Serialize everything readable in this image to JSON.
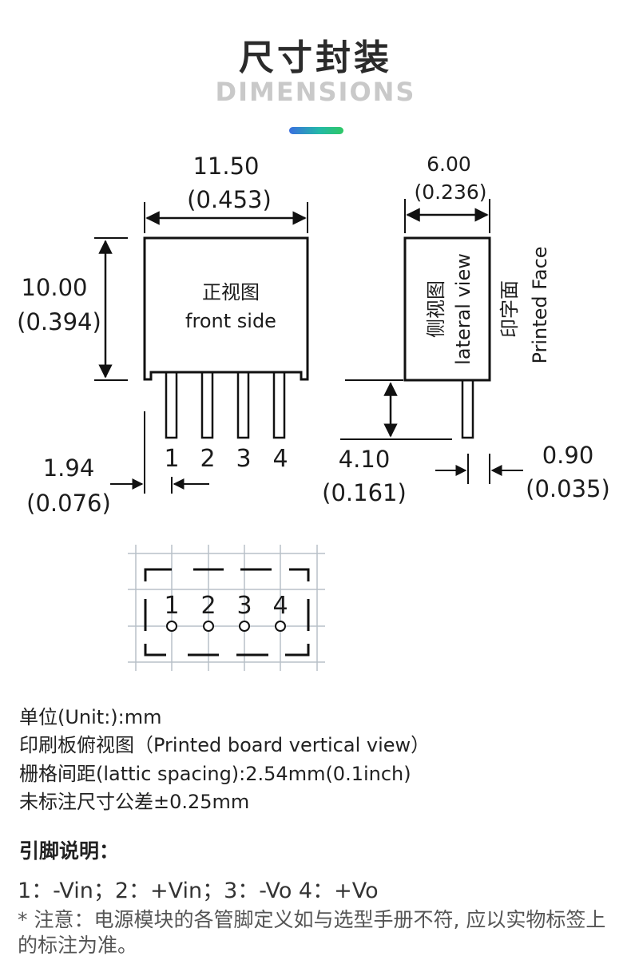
{
  "header": {
    "title_cn": "尺寸封装",
    "title_en": "DIMENSIONS"
  },
  "front_view": {
    "width_mm": "11.50",
    "width_in": "(0.453)",
    "height_mm": "10.00",
    "height_in": "(0.394)",
    "label_cn": "正视图",
    "label_en": "front side",
    "pitch_mm": "1.94",
    "pitch_in": "(0.076)",
    "pins": [
      "1",
      "2",
      "3",
      "4"
    ]
  },
  "side_view": {
    "width_mm": "6.00",
    "width_in": "(0.236)",
    "label_cn": "侧视图",
    "label_en": "lateral view",
    "printed_cn": "印字面",
    "printed_en": "Printed Face",
    "pin_len_mm": "4.10",
    "pin_len_in": "(0.161)",
    "pin_w_mm": "0.90",
    "pin_w_in": "(0.035)"
  },
  "grid_view": {
    "pins": [
      "1",
      "2",
      "3",
      "4"
    ]
  },
  "notes": [
    "单位(Unit:):mm",
    "印刷板俯视图（Printed board vertical view）",
    "栅格间距(lattic spacing):2.54mm(0.1inch)",
    "未标注尺寸公差±0.25mm"
  ],
  "pin_section": {
    "heading": "引脚说明：",
    "description": "1：-Vin；2：+Vin；3：-Vo  4：+Vo",
    "remark": "* 注意：电源模块的各管脚定义如与选型手册不符, 应以实物标签上的标注为准。"
  }
}
